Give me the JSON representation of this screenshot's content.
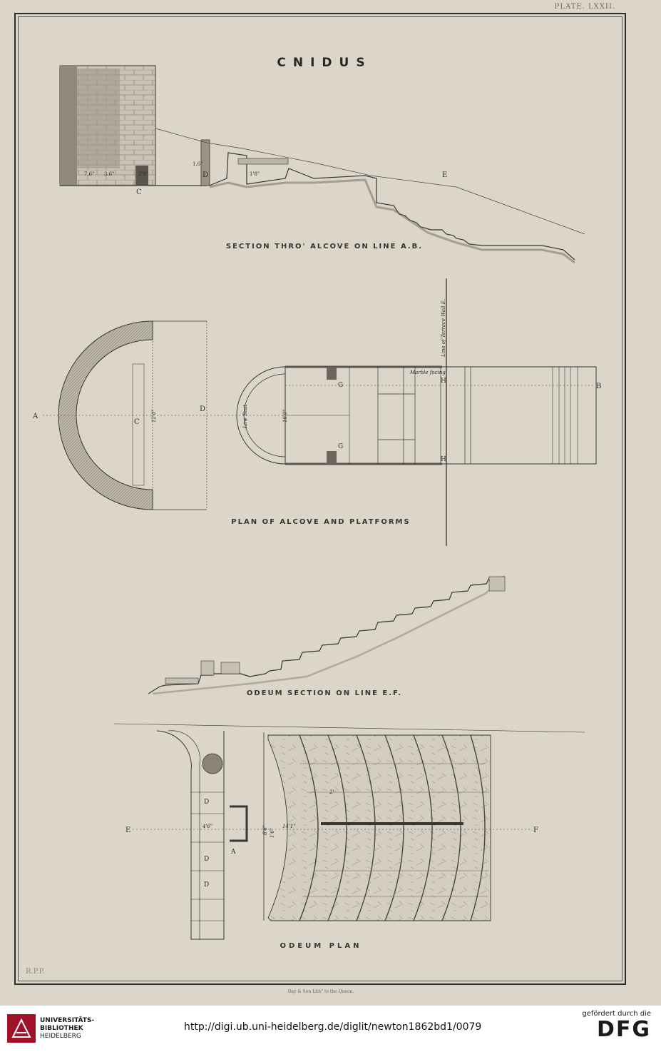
{
  "plate": {
    "number": "PLATE. LXXII."
  },
  "title": "CNIDUS",
  "captions": {
    "section_alcove": "SECTION THRO' ALCOVE ON LINE A.B.",
    "plan_alcove": "PLAN OF ALCOVE AND PLATFORMS",
    "odeum_section": "ODEUM SECTION ON LINE E.F.",
    "odeum_plan": "ODEUM PLAN"
  },
  "labels": {
    "section": {
      "c": "C",
      "d": "D",
      "e": "E",
      "dim1": "7.6\"",
      "dim2": "3.6\"",
      "dim3": "2'9\"",
      "dim4": "1.6\"",
      "dim5": "1'8\""
    },
    "plan": {
      "a": "A",
      "b": "B",
      "c": "C",
      "d": "D",
      "g_top": "G",
      "g_bottom": "G",
      "h_top": "H",
      "h_bottom": "H",
      "low_seat": "Low Seat",
      "marble_facing": "Marble facing",
      "terrace_wall": "Line of Terrace Wall E.",
      "dim_alcove": "12'0\"",
      "dim_seat": "16'0\""
    },
    "odeum": {
      "e": "E",
      "f": "F",
      "a_label": "A",
      "d1": "D",
      "d2": "D",
      "d3": "D",
      "dim_left": "4'6\"",
      "dim_mid": "14'1\"",
      "dim_vert1": "8'6\"",
      "dim_vert2": "1'6\"",
      "dim_seat": "2'"
    }
  },
  "initials": "R.P.P.",
  "imprint": "Day & Son Lith\" to the Queen.",
  "footer": {
    "library_line1": "UNIVERSITÄTS-",
    "library_line2": "BIBLIOTHEK",
    "library_line3": "HEIDELBERG",
    "url": "http://digi.ub.uni-heidelberg.de/diglit/newton1862bd1/0079",
    "funding_text": "gefördert durch die",
    "funding_logo": "DFG"
  }
}
